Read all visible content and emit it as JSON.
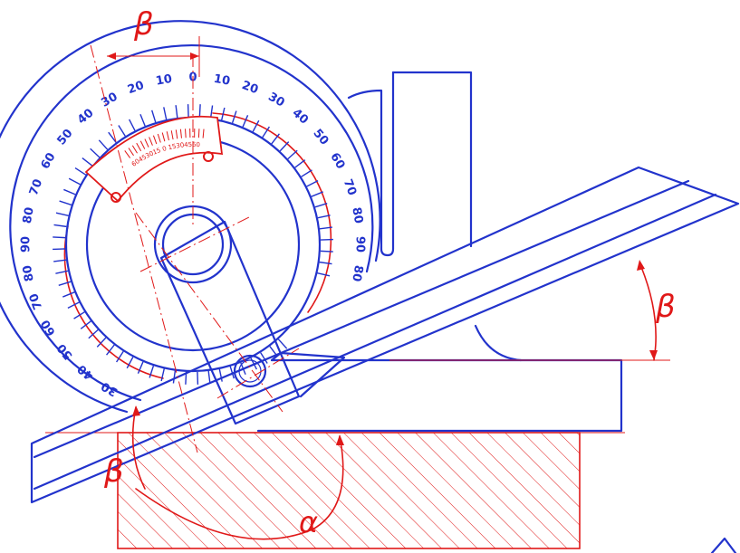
{
  "colors": {
    "outline": "#2233cc",
    "dimension": "#e01818",
    "background": "#ffffff"
  },
  "labels": {
    "beta_top": "β",
    "beta_right": "β",
    "beta_bottom": "β",
    "alpha": "α"
  },
  "main_scale": {
    "left_labels": [
      "0",
      "10",
      "20",
      "30",
      "40",
      "50",
      "60",
      "70",
      "80",
      "90",
      "80",
      "70",
      "60",
      "50",
      "40",
      "30"
    ],
    "right_labels": [
      "10",
      "20",
      "30",
      "40",
      "50",
      "60",
      "70",
      "80",
      "90",
      "80"
    ]
  },
  "vernier_scale": {
    "labels": [
      "60",
      "45",
      "30",
      "15",
      "0",
      "15",
      "30",
      "45",
      "60"
    ]
  }
}
